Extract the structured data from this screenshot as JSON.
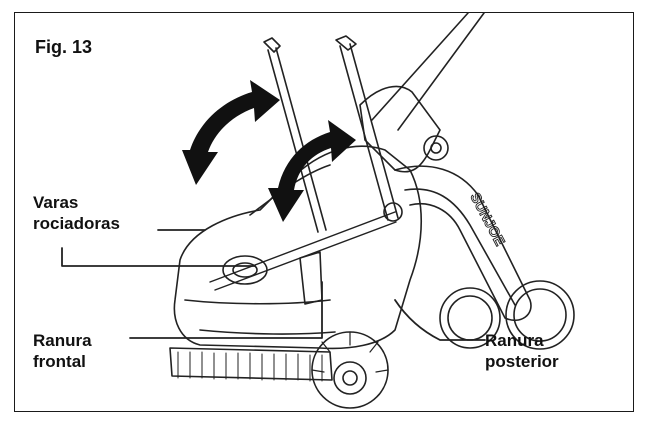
{
  "figure": {
    "title": "Fig. 13",
    "labels": {
      "varas_line1": "Varas",
      "varas_line2": "rociadoras",
      "frontal_line1": "Ranura",
      "frontal_line2": "frontal",
      "posterior_line1": "Ranura",
      "posterior_line2": "posterior"
    },
    "brand_text": "SUNJOE"
  }
}
